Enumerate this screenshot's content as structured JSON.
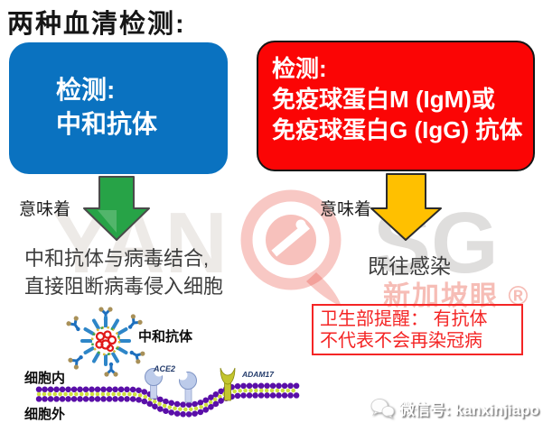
{
  "title": "两种血清检测:",
  "left_flow": {
    "box_lines": [
      "检测:",
      "中和抗体"
    ],
    "arrow_label": "意味着",
    "result_lines": [
      "中和抗体与病毒结合,",
      "直接阻断病毒侵入细胞"
    ]
  },
  "right_flow": {
    "box_lines": [
      "检测:",
      "免疫球蛋白M (IgM)或",
      "免疫球蛋白G (IgG) 抗体"
    ],
    "arrow_label": "意味着",
    "result": "既往感染",
    "warning_lines": [
      "卫生部提醒： 有抗体",
      "不代表不会再染冠病"
    ]
  },
  "cell_diagram": {
    "antibody_label": "中和抗体",
    "intracellular_label": "细胞内",
    "extracellular_label": "细胞外",
    "receptor_labels": [
      "ACE2",
      "ADAM17"
    ]
  },
  "watermark": {
    "word_left": "YAN",
    "word_right": "SG",
    "brand": "新加坡眼 ®"
  },
  "footer": {
    "wechat_id": "微信号: kanxinjiapo"
  },
  "colors": {
    "left_box_blue": "#0A72C0",
    "right_box_red": "#FB0505",
    "left_arrow_green": "#27A347",
    "right_arrow_yellow": "#FFC000",
    "warning_red": "#F42525",
    "watermark_pink": "#F6BDB6"
  }
}
